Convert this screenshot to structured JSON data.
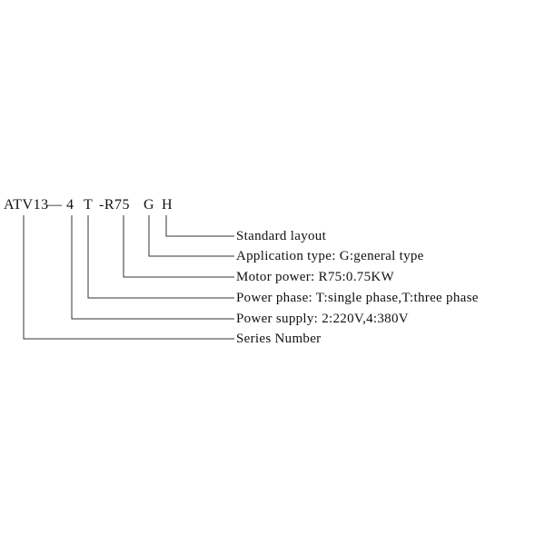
{
  "model_code": {
    "parts": [
      "ATV13",
      "—",
      "4",
      "T",
      "-R75",
      "G",
      "H"
    ]
  },
  "legend": [
    {
      "label": "Standard layout"
    },
    {
      "label": "Application type: G:general type"
    },
    {
      "label": "Motor power: R75:0.75KW"
    },
    {
      "label": "Power phase: T:single phase,T:three phase"
    },
    {
      "label": "Power supply: 2:220V,4:380V"
    },
    {
      "label": "Series Number"
    }
  ],
  "colors": {
    "line": "#333333",
    "text": "#111111"
  }
}
